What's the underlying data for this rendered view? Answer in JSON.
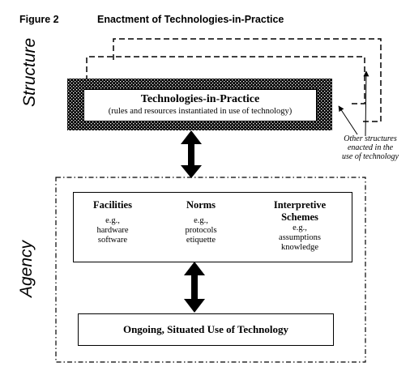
{
  "figure": {
    "number": "Figure 2",
    "title": "Enactment of Technologies-in-Practice"
  },
  "side_labels": {
    "structure": "Structure",
    "agency": "Agency"
  },
  "technologies_box": {
    "title": "Technologies-in-Practice",
    "subtitle": "(rules and resources instantiated in use of technology)"
  },
  "other_structures": {
    "lines": [
      "Other structures",
      "enacted in the",
      "use of technology"
    ]
  },
  "structures_panel": {
    "columns": [
      {
        "title": "Facilities",
        "title2": "",
        "eg": "e.g.,",
        "items": [
          "hardware",
          "software"
        ]
      },
      {
        "title": "Norms",
        "title2": "",
        "eg": "e.g.,",
        "items": [
          "protocols",
          "etiquette"
        ]
      },
      {
        "title": "Interpretive",
        "title2": "Schemes",
        "eg": "e.g.,",
        "items": [
          "assumptions",
          "knowledge"
        ]
      }
    ]
  },
  "use_box": {
    "label": "Ongoing, Situated Use of Technology"
  },
  "colors": {
    "stroke": "#000000",
    "background": "#ffffff"
  }
}
